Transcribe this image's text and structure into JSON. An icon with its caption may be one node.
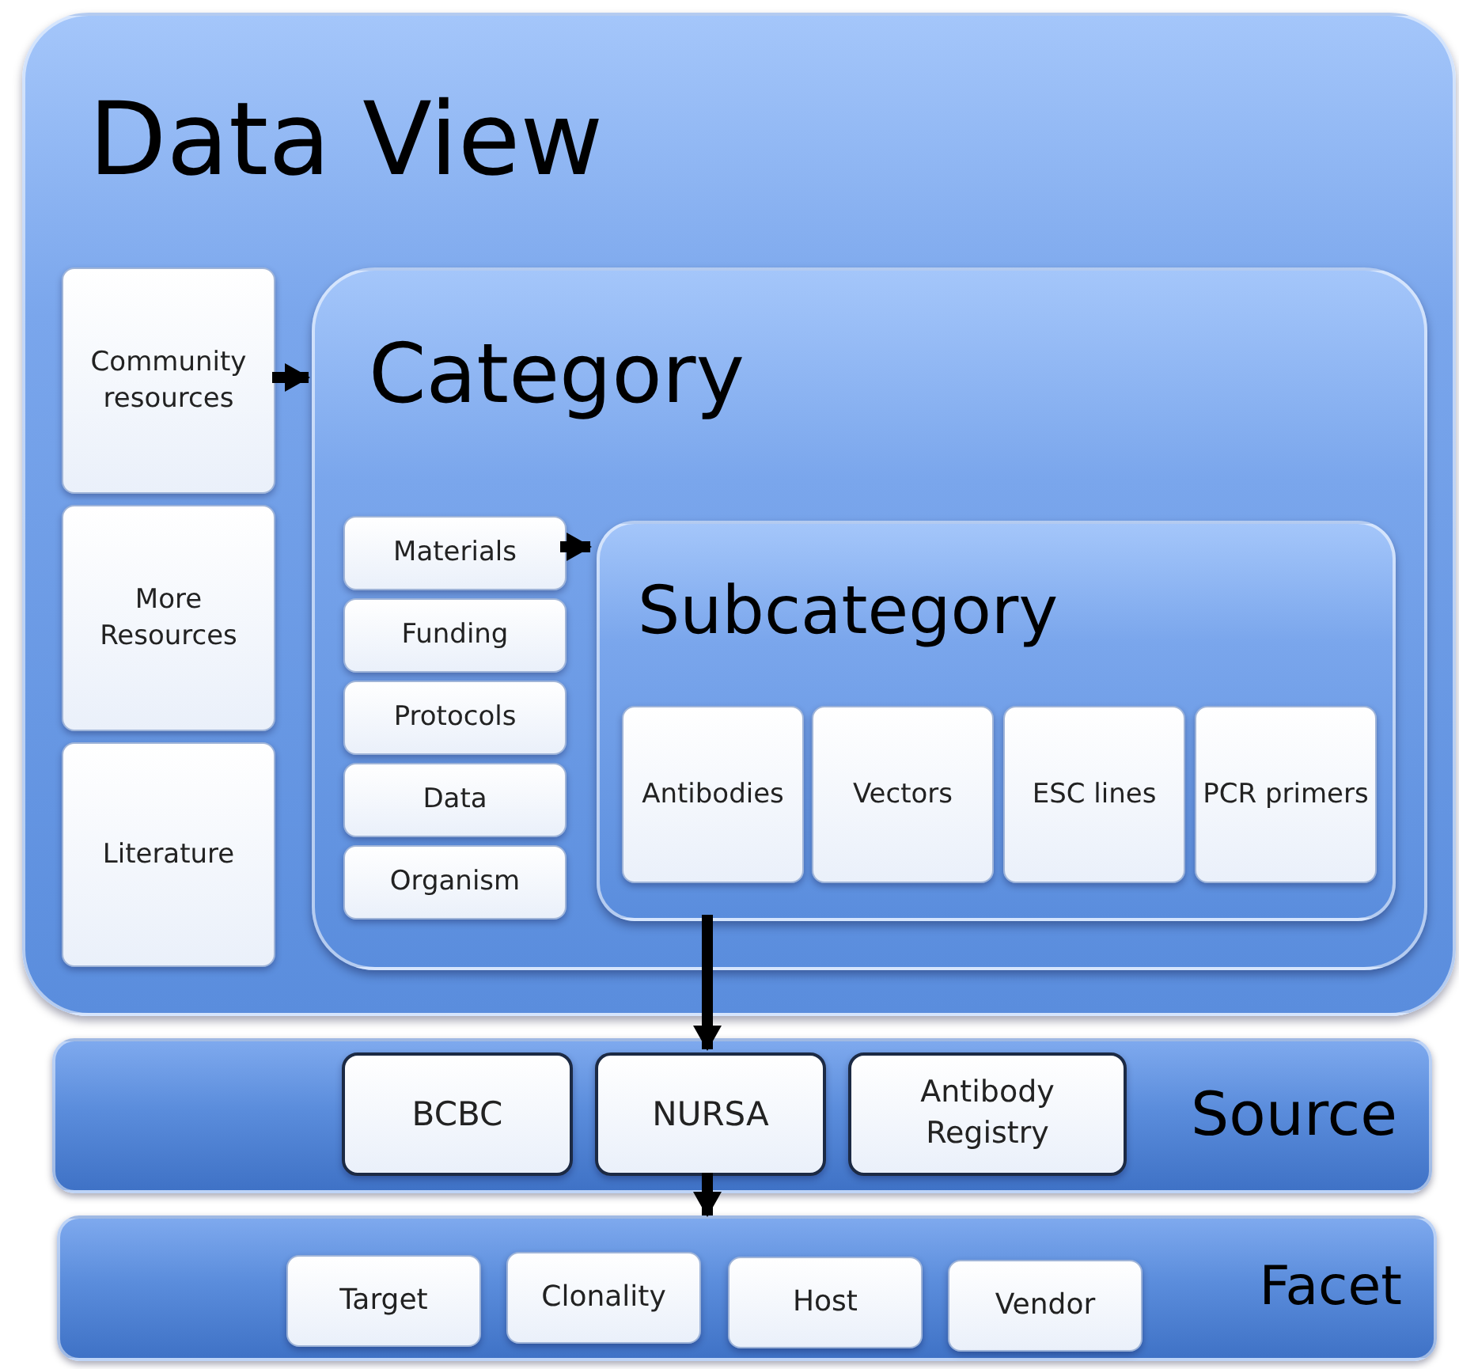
{
  "diagram": {
    "nodes": [
      {
        "text": [
          "Data View"
        ]
      },
      {
        "text": [
          "Community resources"
        ],
        "in": 0
      },
      {
        "text": [
          "More Resources"
        ],
        "in": 0
      },
      {
        "text": [
          "Literature"
        ],
        "in": 0
      },
      {
        "text": [
          "Category"
        ],
        "in": 0
      },
      {
        "text": [
          "Materials"
        ],
        "in": 4
      },
      {
        "text": [
          "Funding"
        ],
        "in": 4
      },
      {
        "text": [
          "Protocols"
        ],
        "in": 4
      },
      {
        "text": [
          "Data"
        ],
        "in": 4
      },
      {
        "text": [
          "Organism"
        ],
        "in": 4
      },
      {
        "text": [
          "Subcategory"
        ],
        "in": 4
      },
      {
        "text": [
          "Antibodies"
        ],
        "in": 10
      },
      {
        "text": [
          "Vectors"
        ],
        "in": 10
      },
      {
        "text": [
          "ESC lines"
        ],
        "in": 10
      },
      {
        "text": [
          "PCR primers"
        ],
        "in": 10
      },
      {
        "text": [
          "Source"
        ]
      },
      {
        "text": [
          "BCBC"
        ],
        "in": 15
      },
      {
        "text": [
          "NURSA"
        ],
        "in": 15
      },
      {
        "text": [
          "Antibody Registry"
        ],
        "in": 15
      },
      {
        "text": [
          "Facet"
        ]
      },
      {
        "text": [
          "Target"
        ],
        "in": 19
      },
      {
        "text": [
          "Clonality"
        ],
        "in": 19
      },
      {
        "text": [
          "Host"
        ],
        "in": 19
      },
      {
        "text": [
          "Vendor"
        ],
        "in": 19
      }
    ],
    "edges": [
      {
        "from": 1,
        "to": 4,
        "arrow": "to"
      },
      {
        "from": 5,
        "to": 10,
        "arrow": "to"
      },
      {
        "from": 10,
        "to": 17,
        "arrow": "to"
      },
      {
        "from": 17,
        "to": 19,
        "arrow": "to"
      }
    ]
  }
}
